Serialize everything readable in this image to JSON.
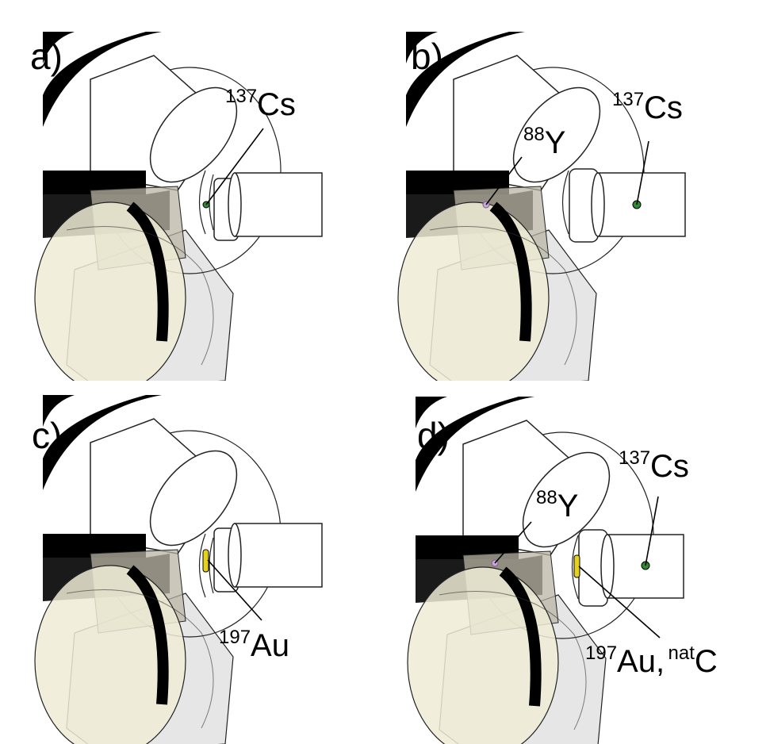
{
  "panels": [
    {
      "id": "a",
      "label": "a)",
      "cs": {
        "mass": "137",
        "symbol": "Cs"
      }
    },
    {
      "id": "b",
      "label": "b)",
      "y": {
        "mass": "88",
        "symbol": "Y"
      },
      "cs": {
        "mass": "137",
        "symbol": "Cs"
      }
    },
    {
      "id": "c",
      "label": "c)",
      "au": {
        "mass": "197",
        "symbol": "Au"
      }
    },
    {
      "id": "d",
      "label": "d)",
      "y": {
        "mass": "88",
        "symbol": "Y"
      },
      "cs": {
        "mass": "137",
        "symbol": "Cs"
      },
      "au": {
        "mass": "197",
        "symbol": "Au,"
      },
      "c": {
        "mass": "nat",
        "symbol": "C"
      }
    }
  ],
  "colors": {
    "cs_source": "#2e8b2e",
    "y_source": "#c8a8d8",
    "au_target": "#e6d21e",
    "detector_shell": "#fcfcf0",
    "crystal_tint": "#e8e4c8"
  }
}
